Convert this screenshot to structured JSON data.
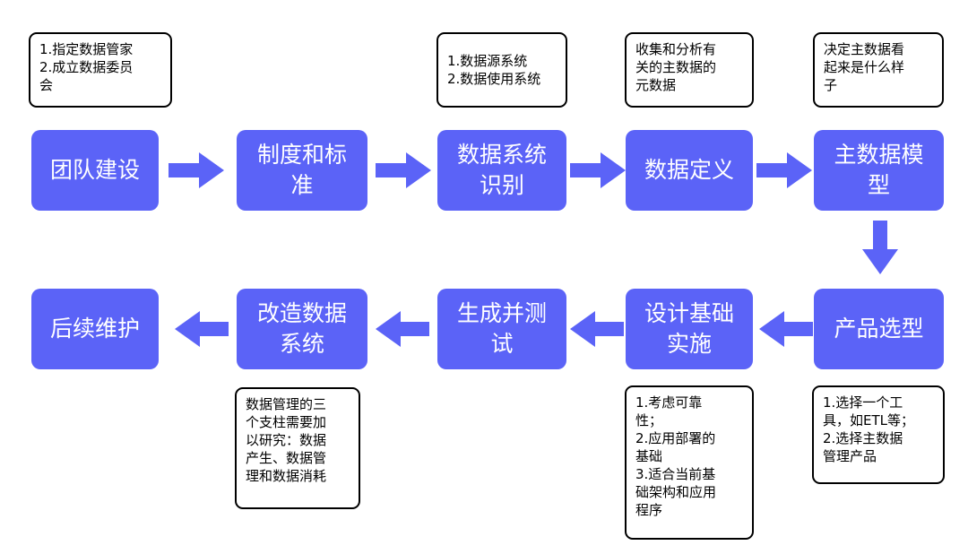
{
  "colors": {
    "step_fill": "#5b63f7",
    "note_border": "#000000",
    "note_text": "#000000",
    "step_text": "#ffffff"
  },
  "steps": [
    {
      "id": "team",
      "label": "团队建设"
    },
    {
      "id": "policy",
      "label": "制度和标\n准"
    },
    {
      "id": "identify",
      "label": "数据系统\n识别"
    },
    {
      "id": "define",
      "label": "数据定义"
    },
    {
      "id": "model",
      "label": "主数据模\n型"
    },
    {
      "id": "product",
      "label": "产品选型"
    },
    {
      "id": "infra",
      "label": "设计基础\n实施"
    },
    {
      "id": "test",
      "label": "生成并测\n试"
    },
    {
      "id": "transform",
      "label": "改造数据\n系统"
    },
    {
      "id": "maintain",
      "label": "后续维护"
    }
  ],
  "notes": {
    "team": "1.指定数据管家\n2.成立数据委员\n会",
    "identify": "1.数据源系统\n2.数据使用系统",
    "define": "收集和分析有\n关的主数据的\n元数据",
    "model": "决定主数据看\n起来是什么样\n子",
    "product": "1.选择一个工\n具，如ETL等；\n2.选择主数据\n管理产品",
    "infra": "1.考虑可靠\n性；\n2.应用部署的\n基础\n3.适合当前基\n础架构和应用\n程序",
    "transform": "数据管理的三\n个支柱需要加\n以研究：数据\n产生、数据管\n理和数据消耗"
  },
  "flow": [
    {
      "from": "team",
      "to": "policy",
      "direction": "right"
    },
    {
      "from": "policy",
      "to": "identify",
      "direction": "right"
    },
    {
      "from": "identify",
      "to": "define",
      "direction": "right"
    },
    {
      "from": "define",
      "to": "model",
      "direction": "right"
    },
    {
      "from": "model",
      "to": "product",
      "direction": "down"
    },
    {
      "from": "product",
      "to": "infra",
      "direction": "left"
    },
    {
      "from": "infra",
      "to": "test",
      "direction": "left"
    },
    {
      "from": "test",
      "to": "transform",
      "direction": "left"
    },
    {
      "from": "transform",
      "to": "maintain",
      "direction": "left"
    }
  ]
}
